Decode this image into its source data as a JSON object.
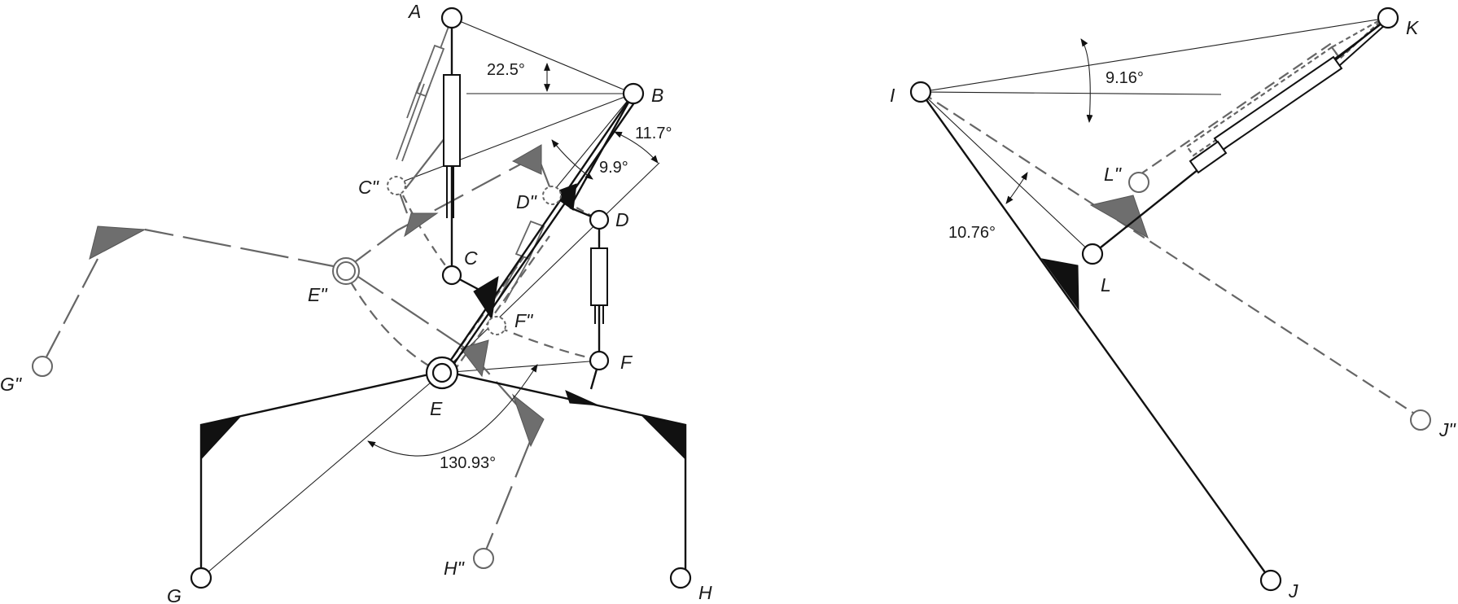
{
  "diagram": {
    "point_labels": {
      "A": "A",
      "B": "B",
      "C": "C",
      "D": "D",
      "E": "E",
      "F": "F",
      "G": "G",
      "H": "H",
      "C2": "C\"",
      "D2": "D\"",
      "E2": "E\"",
      "F2": "F\"",
      "G2": "G\"",
      "H2": "H\"",
      "I": "I",
      "J": "J",
      "K": "K",
      "L": "L",
      "J2": "J\"",
      "L2": "L\""
    },
    "angles": {
      "ab": "22.5°",
      "bd": "11.7°",
      "bf": "9.9°",
      "geh": "130.93°",
      "ik": "9.16°",
      "ij": "10.76°"
    },
    "colors": {
      "solid": "#111111",
      "ghost": "#666666",
      "ghost_fill": "#6e6e6e",
      "solid_fill": "#111111"
    }
  }
}
